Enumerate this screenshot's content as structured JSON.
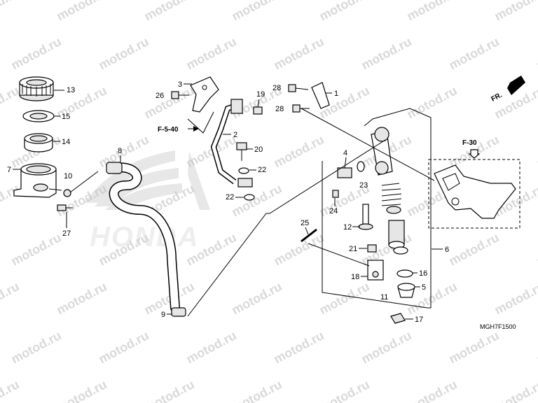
{
  "watermark": "motod.ru",
  "brand_logo": "HONDA",
  "diagram_code": "MGH7F1500",
  "direction_label": "FR.",
  "refs": {
    "f540": "F-5-40",
    "f30": "F-30"
  },
  "callouts": {
    "p1": "1",
    "p2": "2",
    "p3": "3",
    "p4": "4",
    "p5": "5",
    "p6": "6",
    "p7": "7",
    "p8": "8",
    "p9": "9",
    "p10": "10",
    "p11": "11",
    "p12": "12",
    "p13": "13",
    "p14": "14",
    "p15": "15",
    "p16": "16",
    "p17": "17",
    "p18": "18",
    "p19": "19",
    "p20": "20",
    "p21": "21",
    "p22a": "22",
    "p22b": "22",
    "p23": "23",
    "p24": "24",
    "p25": "25",
    "p26": "26",
    "p27": "27",
    "p28a": "28",
    "p28b": "28"
  }
}
